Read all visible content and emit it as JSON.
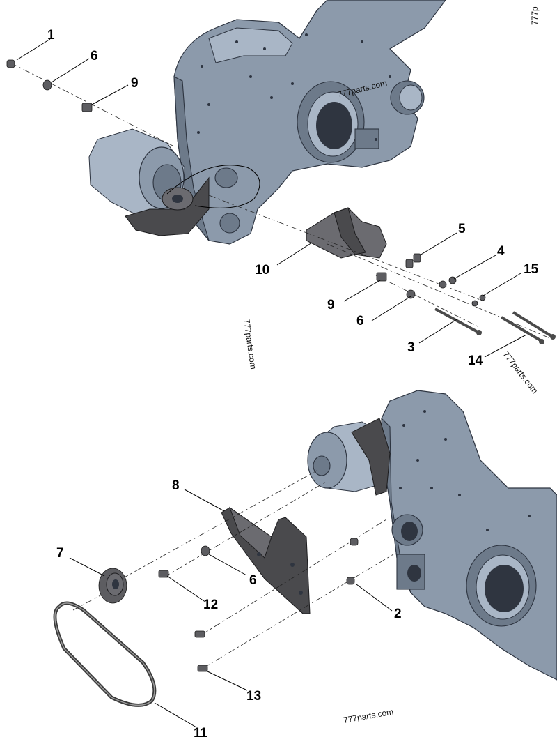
{
  "watermarks": {
    "top_right": "777p",
    "center_top": "777parts.com",
    "left_vertical": "777parts.com",
    "right_diag": "777parts.com",
    "bottom": "777parts.com"
  },
  "callouts": [
    {
      "id": "c1",
      "label": "1"
    },
    {
      "id": "c6a",
      "label": "6"
    },
    {
      "id": "c9a",
      "label": "9"
    },
    {
      "id": "c5",
      "label": "5"
    },
    {
      "id": "c4",
      "label": "4"
    },
    {
      "id": "c15",
      "label": "15"
    },
    {
      "id": "c10",
      "label": "10"
    },
    {
      "id": "c9b",
      "label": "9"
    },
    {
      "id": "c6b",
      "label": "6"
    },
    {
      "id": "c3",
      "label": "3"
    },
    {
      "id": "c14",
      "label": "14"
    },
    {
      "id": "c8",
      "label": "8"
    },
    {
      "id": "c7",
      "label": "7"
    },
    {
      "id": "c6c",
      "label": "6"
    },
    {
      "id": "c12",
      "label": "12"
    },
    {
      "id": "c2",
      "label": "2"
    },
    {
      "id": "c13",
      "label": "13"
    },
    {
      "id": "c11",
      "label": "11"
    }
  ]
}
